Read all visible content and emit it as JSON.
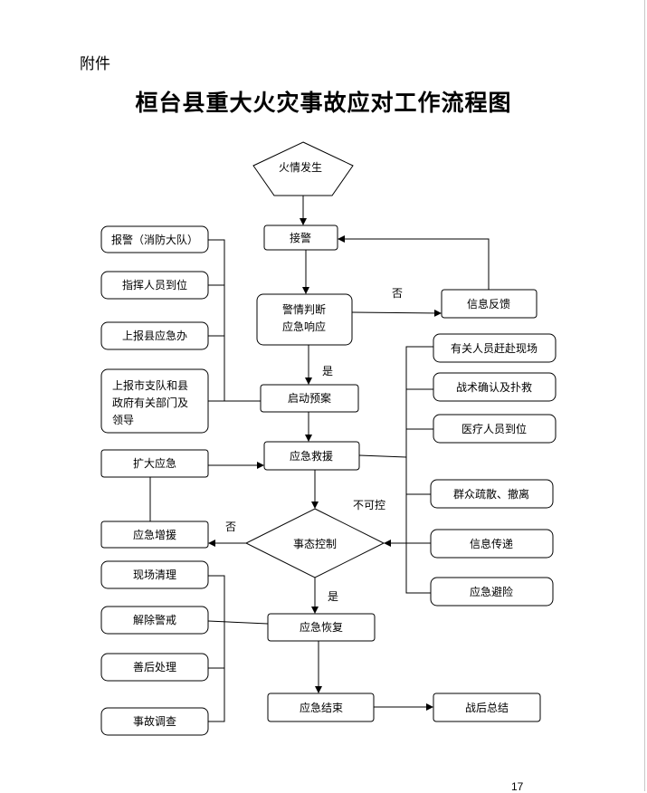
{
  "header": {
    "attachment_label": "附件",
    "title": "桓台县重大火灾事故应对工作流程图"
  },
  "nodes": {
    "fire_occurs": "火情发生",
    "receive_alarm": "接警",
    "judge_response": [
      "警情判断",
      "应急响应"
    ],
    "info_feedback": "信息反馈",
    "start_plan": "启动预案",
    "emergency_rescue": "应急救援",
    "situation_control": "事态控制",
    "reinforce": "应急增援",
    "recovery": "应急恢复",
    "end": "应急结束",
    "summary": "战后总结",
    "expand": "扩大应急",
    "report_fire_brigade": "报警（消防大队）",
    "commander_arrive": "指挥人员到位",
    "report_county_office": "上报县应急办",
    "report_city": [
      "上报市支队和县",
      "政府有关部门及",
      "领导"
    ],
    "personnel_arrive": "有关人员赶赴现场",
    "tactics": "战术确认及扑救",
    "medical": "医疗人员到位",
    "evacuate": "群众疏散、撤离",
    "info_transfer": "信息传递",
    "refuge": "应急避险",
    "site_clear": "现场清理",
    "lift_alert": "解除警戒",
    "aftermath": "善后处理",
    "investigation": "事故调查"
  },
  "edge_labels": {
    "no_1": "否",
    "yes_1": "是",
    "uncontrollable": "不可控",
    "no_2": "否",
    "yes_2": "是"
  },
  "page_number": "17"
}
